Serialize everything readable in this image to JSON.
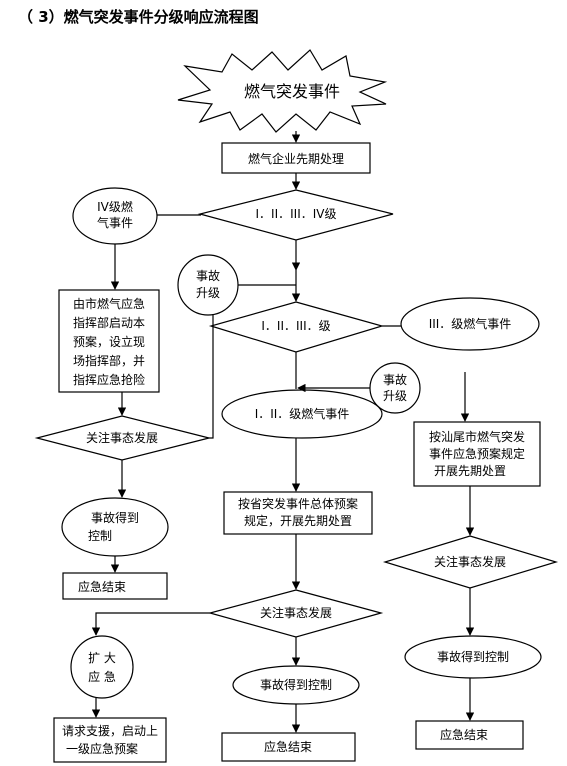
{
  "title": "（ 3）燃气突发事件分级响应流程图",
  "nodes": {
    "start": "燃气突发事件",
    "pre": "燃气企业先期处理",
    "d1": "I．II．III．IV级",
    "level4": [
      "IV级燃",
      "气事件"
    ],
    "city_plan": [
      "由市燃气应急",
      "指挥部启动本",
      "预案，设立现",
      "场指挥部，并",
      "指挥应急抢险"
    ],
    "upgrade1": [
      "事故",
      "升级"
    ],
    "d2": "I．II．III．级",
    "level3": "III．级燃气事件",
    "upgrade2": [
      "事故",
      "升级"
    ],
    "level12": "I．II．级燃气事件",
    "left_watch": "关注事态发展",
    "left_ctrl": [
      "事故得到",
      "控制"
    ],
    "left_end": "应急结束",
    "prov_plan": [
      "按省突发事件总体预案",
      "规定，开展先期处置"
    ],
    "sw_plan": [
      "按汕尾市燃气突发",
      "事件应急预案规定",
      "开展先期处置"
    ],
    "mid_watch": "关注事态发展",
    "expand": [
      "扩 大",
      "应 急"
    ],
    "mid_ctrl": "事故得到控制",
    "request": [
      "请求支援，启动上",
      "一级应急预案"
    ],
    "mid_end": "应急结束",
    "right_watch": "关注事态发展",
    "right_ctrl": "事故得到控制",
    "right_end": "应急结束"
  }
}
